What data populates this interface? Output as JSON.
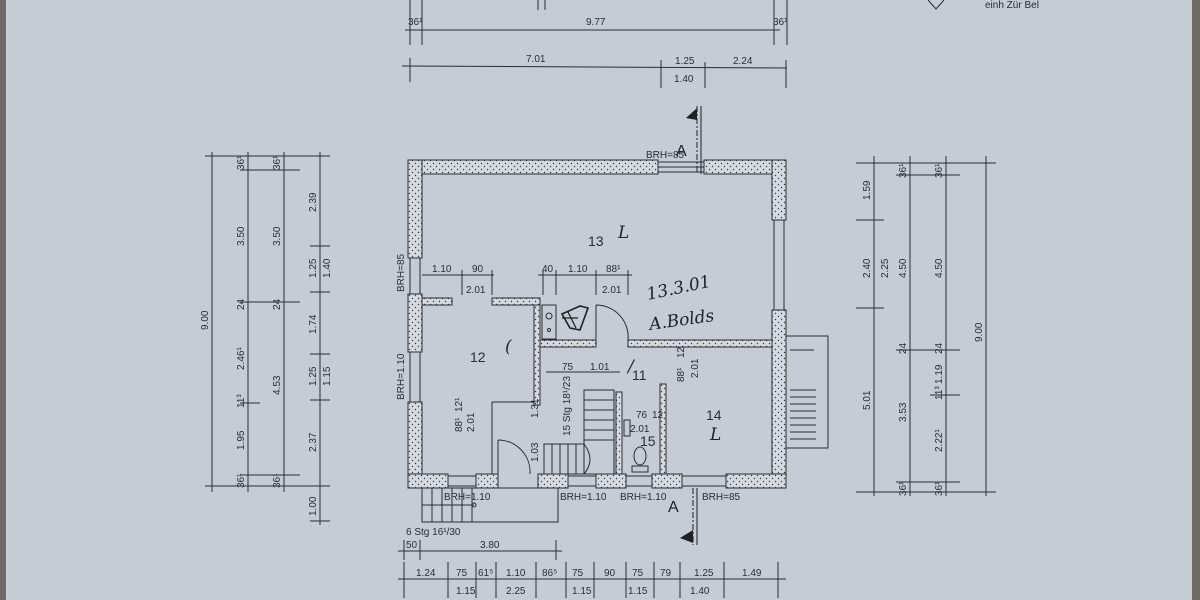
{
  "drawing": {
    "type": "floor-plan",
    "paper_color": "#c6ccd3",
    "line_color": "#2a2d33",
    "corner_note": "einh Zür Bel"
  },
  "top_dimensions": {
    "row1": [
      "36¹",
      "9.77",
      "36¹"
    ],
    "row2": [
      "7.01",
      "1.25",
      "2.24"
    ],
    "row2_sub": "1.40"
  },
  "left_dimensions": {
    "chain_total": "9.00",
    "chain_a": [
      "36¹",
      "3.50",
      "24",
      "2.46¹",
      "11³",
      "1.95",
      "36¹"
    ],
    "chain_b": [
      "36¹",
      "3.50",
      "24",
      "4.53",
      "36¹"
    ],
    "chain_c": [
      "2.39",
      "1.25",
      "1.40",
      "1.74",
      "1.25",
      "1.15",
      "2.37",
      "1.00"
    ]
  },
  "right_dimensions": {
    "chain_a": [
      "1.59",
      "2.40",
      "2.25",
      "5.01"
    ],
    "chain_b": [
      "36¹",
      "4.50",
      "24",
      "3.53",
      "36¹"
    ],
    "chain_c": [
      "36¹",
      "4.50",
      "24",
      "1.19",
      "11³",
      "2.22¹",
      "36¹"
    ],
    "chain_total": "9.00"
  },
  "bottom_dimensions": {
    "stair_row": [
      "50",
      "3.80"
    ],
    "row1": [
      "1.24",
      "75",
      "61⁵",
      "1.10",
      "86⁵",
      "75",
      "90",
      "75",
      "79",
      "1.25",
      "1.49"
    ],
    "row2": [
      "1.15",
      "2.25",
      "1.15",
      "1.15",
      "1.40"
    ]
  },
  "rooms": [
    {
      "number": "13",
      "mark": "L"
    },
    {
      "number": "12",
      "mark": "("
    },
    {
      "number": "14",
      "mark": "L"
    },
    {
      "number": "15",
      "mark": ""
    },
    {
      "number": "11",
      "mark": "/"
    }
  ],
  "openings": {
    "room13_left": [
      "1.10",
      "90",
      "2.01"
    ],
    "room13_right": [
      "40",
      "1.10",
      "88¹",
      "2.01"
    ],
    "room12_door": [
      "88¹",
      "12¹",
      "2.01"
    ],
    "hall": [
      "75",
      "1.01"
    ],
    "stair_left": [
      "1.31",
      "1.03"
    ],
    "room14_door": [
      "88¹",
      "12",
      "2.01"
    ],
    "wc_door": [
      "76",
      "12",
      "2.01"
    ]
  },
  "stairs": {
    "interior": "15 Stg 18¹/23",
    "exterior": "6 Stg 16¹/30"
  },
  "window_labels": {
    "top": "BRH=85",
    "left_upper": "BRH=85",
    "left_lower": "BRH=1.10",
    "bottom_1": "BRH=1.10",
    "bottom_2": "BRH=1.10",
    "bottom_3": "BRH=1.10",
    "bottom_4": "BRH=85"
  },
  "section_marker": {
    "label": "A"
  },
  "handwritten_note": {
    "date": "13.3.01",
    "signature": "A.Bolds"
  }
}
